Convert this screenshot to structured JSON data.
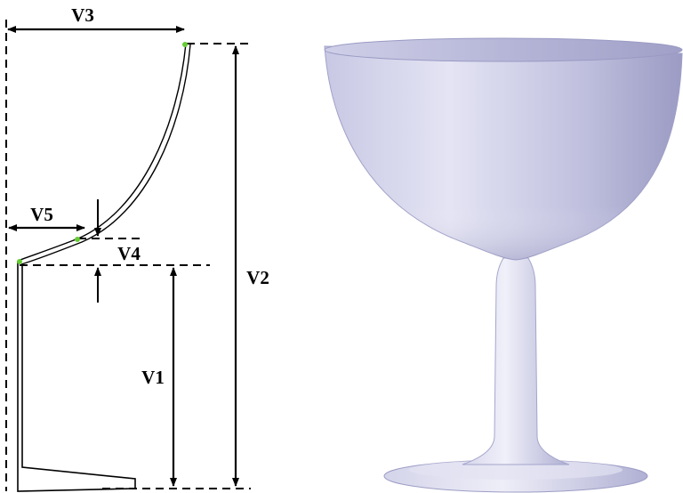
{
  "labels": {
    "v1": "V1",
    "v2": "V2",
    "v3": "V3",
    "v4": "V4",
    "v5": "V5"
  },
  "colors": {
    "line": "#000000",
    "control_point": "#66cc33",
    "glass_light": "#e6e6f5",
    "glass_mid": "#b9b9dc",
    "glass_dark": "#8f8fb8",
    "glass_rim": "#a8a8d0"
  }
}
